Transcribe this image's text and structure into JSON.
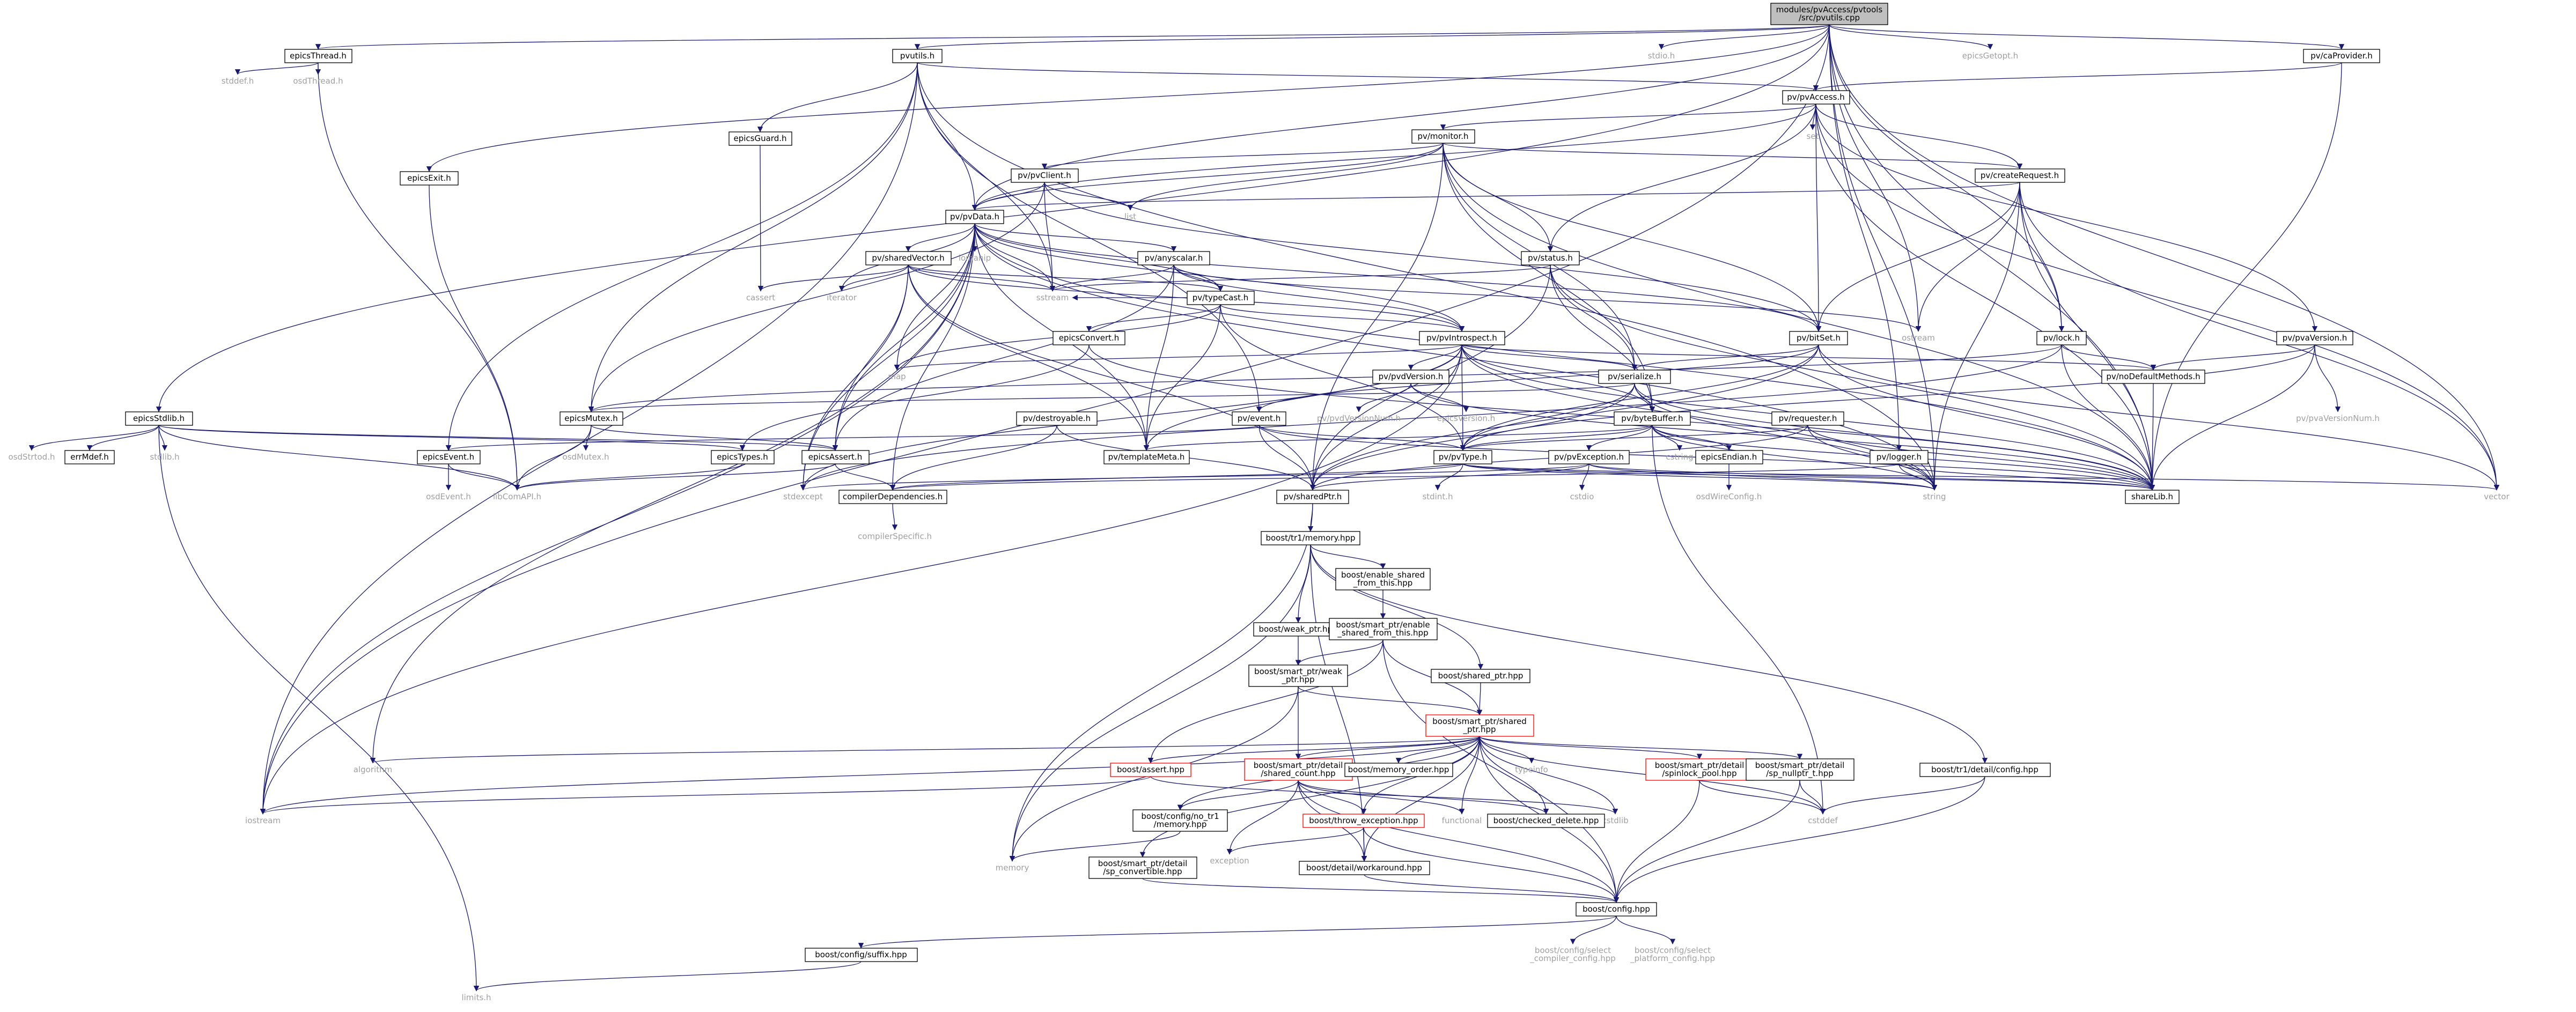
{
  "diagram": {
    "root_label": [
      "modules/pvAccess/pvtools",
      "/src/pvutils.cpp"
    ],
    "colors": {
      "edge": "#191970",
      "root_fill": "#bfbfbf",
      "box_border": "#000000",
      "missing_border": "#ff0000",
      "plain_text": "#a0a0a0"
    },
    "nodes": [
      {
        "id": "root",
        "label": [
          "modules/pvAccess/pvtools",
          "/src/pvutils.cpp"
        ],
        "kind": "root"
      },
      {
        "id": "epicsThread",
        "label": [
          "epicsThread.h"
        ],
        "kind": "box"
      },
      {
        "id": "stddef",
        "label": [
          "stddef.h"
        ],
        "kind": "plain"
      },
      {
        "id": "osdThread",
        "label": [
          "osdThread.h"
        ],
        "kind": "plain"
      },
      {
        "id": "pvutils",
        "label": [
          "pvutils.h"
        ],
        "kind": "box"
      },
      {
        "id": "stdioh",
        "label": [
          "stdio.h"
        ],
        "kind": "plain"
      },
      {
        "id": "epicsGetopt",
        "label": [
          "epicsGetopt.h"
        ],
        "kind": "plain"
      },
      {
        "id": "pvaProvider",
        "label": [
          "pv/caProvider.h"
        ],
        "kind": "box"
      },
      {
        "id": "epicsExit",
        "label": [
          "epicsExit.h"
        ],
        "kind": "box"
      },
      {
        "id": "epicsGuard",
        "label": [
          "epicsGuard.h"
        ],
        "kind": "box"
      },
      {
        "id": "pvAccess",
        "label": [
          "pv/pvAccess.h"
        ],
        "kind": "box"
      },
      {
        "id": "set",
        "label": [
          "set"
        ],
        "kind": "plain"
      },
      {
        "id": "monitor",
        "label": [
          "pv/monitor.h"
        ],
        "kind": "box"
      },
      {
        "id": "createRequest",
        "label": [
          "pv/createRequest.h"
        ],
        "kind": "box"
      },
      {
        "id": "pvClient",
        "label": [
          "pv/pvClient.h"
        ],
        "kind": "box"
      },
      {
        "id": "pvData",
        "label": [
          "pv/pvData.h"
        ],
        "kind": "box"
      },
      {
        "id": "list",
        "label": [
          "list"
        ],
        "kind": "plain"
      },
      {
        "id": "iomanip",
        "label": [
          "iomanip"
        ],
        "kind": "plain"
      },
      {
        "id": "sharedVector",
        "label": [
          "pv/sharedVector.h"
        ],
        "kind": "box"
      },
      {
        "id": "anyscalar",
        "label": [
          "pv/anyscalar.h"
        ],
        "kind": "box"
      },
      {
        "id": "status",
        "label": [
          "pv/status.h"
        ],
        "kind": "box"
      },
      {
        "id": "cassert",
        "label": [
          "cassert"
        ],
        "kind": "plain"
      },
      {
        "id": "iterator",
        "label": [
          "iterator"
        ],
        "kind": "plain"
      },
      {
        "id": "sstream",
        "label": [
          "sstream"
        ],
        "kind": "plain"
      },
      {
        "id": "typeCast",
        "label": [
          "pv/typeCast.h"
        ],
        "kind": "box"
      },
      {
        "id": "epicsConvert",
        "label": [
          "epicsConvert.h"
        ],
        "kind": "box"
      },
      {
        "id": "pvIntrospect",
        "label": [
          "pv/pvIntrospect.h"
        ],
        "kind": "box"
      },
      {
        "id": "bitSet",
        "label": [
          "pv/bitSet.h"
        ],
        "kind": "box"
      },
      {
        "id": "ostream",
        "label": [
          "ostream"
        ],
        "kind": "plain"
      },
      {
        "id": "map",
        "label": [
          "map"
        ],
        "kind": "plain"
      },
      {
        "id": "pvdVersion",
        "label": [
          "pv/pvdVersion.h"
        ],
        "kind": "box"
      },
      {
        "id": "serialize",
        "label": [
          "pv/serialize.h"
        ],
        "kind": "box"
      },
      {
        "id": "lock",
        "label": [
          "pv/lock.h"
        ],
        "kind": "box"
      },
      {
        "id": "pvaVersion",
        "label": [
          "pv/pvaVersion.h"
        ],
        "kind": "box"
      },
      {
        "id": "epicsStdlib",
        "label": [
          "epicsStdlib.h"
        ],
        "kind": "box"
      },
      {
        "id": "osdStrtod",
        "label": [
          "osdStrtod.h"
        ],
        "kind": "plain"
      },
      {
        "id": "errMdef",
        "label": [
          "errMdef.h"
        ],
        "kind": "box"
      },
      {
        "id": "stdlibh",
        "label": [
          "stdlib.h"
        ],
        "kind": "plain"
      },
      {
        "id": "epicsMutex",
        "label": [
          "epicsMutex.h"
        ],
        "kind": "box"
      },
      {
        "id": "osdMutex",
        "label": [
          "osdMutex.h"
        ],
        "kind": "plain"
      },
      {
        "id": "epicsEvent",
        "label": [
          "epicsEvent.h"
        ],
        "kind": "box"
      },
      {
        "id": "osdEvent",
        "label": [
          "osdEvent.h"
        ],
        "kind": "plain"
      },
      {
        "id": "libComAPI",
        "label": [
          "libComAPI.h"
        ],
        "kind": "plain"
      },
      {
        "id": "epicsTypes",
        "label": [
          "epicsTypes.h"
        ],
        "kind": "box"
      },
      {
        "id": "epicsAssert",
        "label": [
          "epicsAssert.h"
        ],
        "kind": "box"
      },
      {
        "id": "stdexcept",
        "label": [
          "stdexcept"
        ],
        "kind": "plain"
      },
      {
        "id": "compilerDependencies",
        "label": [
          "compilerDependencies.h"
        ],
        "kind": "box"
      },
      {
        "id": "compilerSpecific",
        "label": [
          "compilerSpecific.h"
        ],
        "kind": "plain"
      },
      {
        "id": "templateMeta",
        "label": [
          "pv/templateMeta.h"
        ],
        "kind": "box"
      },
      {
        "id": "destroyable",
        "label": [
          "pv/destroyable.h"
        ],
        "kind": "box"
      },
      {
        "id": "pvdVersionNum",
        "label": [
          "pv/pvdVersionNum.h"
        ],
        "kind": "plain"
      },
      {
        "id": "epicsVersion",
        "label": [
          "epicsVersion.h"
        ],
        "kind": "plain"
      },
      {
        "id": "event",
        "label": [
          "pv/event.h"
        ],
        "kind": "box"
      },
      {
        "id": "byteBuffer",
        "label": [
          "pv/byteBuffer.h"
        ],
        "kind": "box"
      },
      {
        "id": "requester",
        "label": [
          "pv/requester.h"
        ],
        "kind": "box"
      },
      {
        "id": "pvType",
        "label": [
          "pv/pvType.h"
        ],
        "kind": "box"
      },
      {
        "id": "pvaVersionNum",
        "label": [
          "pv/pvaVersionNum.h"
        ],
        "kind": "plain"
      },
      {
        "id": "noDefaultMethods",
        "label": [
          "pv/noDefaultMethods.h"
        ],
        "kind": "box"
      },
      {
        "id": "sharedPtr",
        "label": [
          "pv/sharedPtr.h"
        ],
        "kind": "box"
      },
      {
        "id": "pvException",
        "label": [
          "pv/pvException.h"
        ],
        "kind": "box"
      },
      {
        "id": "epicsEndian",
        "label": [
          "epicsEndian.h"
        ],
        "kind": "box"
      },
      {
        "id": "osdWireConfig",
        "label": [
          "osdWireConfig.h"
        ],
        "kind": "plain"
      },
      {
        "id": "logger",
        "label": [
          "pv/logger.h"
        ],
        "kind": "box"
      },
      {
        "id": "shareLib",
        "label": [
          "shareLib.h"
        ],
        "kind": "box"
      },
      {
        "id": "vector",
        "label": [
          "vector"
        ],
        "kind": "plain"
      },
      {
        "id": "string",
        "label": [
          "string"
        ],
        "kind": "plain"
      },
      {
        "id": "cstring",
        "label": [
          "cstring"
        ],
        "kind": "plain"
      },
      {
        "id": "stdinth",
        "label": [
          "stdint.h"
        ],
        "kind": "plain"
      },
      {
        "id": "cstdio",
        "label": [
          "cstdio"
        ],
        "kind": "plain"
      },
      {
        "id": "tr1memory",
        "label": [
          "boost/tr1/memory.hpp"
        ],
        "kind": "box"
      },
      {
        "id": "enableShared",
        "label": [
          "boost/enable_shared",
          "_from_this.hpp"
        ],
        "kind": "box"
      },
      {
        "id": "weakPtrHpp",
        "label": [
          "boost/weak_ptr.hpp"
        ],
        "kind": "box"
      },
      {
        "id": "spEnableShared",
        "label": [
          "boost/smart_ptr/enable",
          "_shared_from_this.hpp"
        ],
        "kind": "box"
      },
      {
        "id": "sharedPtrHpp",
        "label": [
          "boost/shared_ptr.hpp"
        ],
        "kind": "box"
      },
      {
        "id": "spWeakPtr",
        "label": [
          "boost/smart_ptr/weak",
          "_ptr.hpp"
        ],
        "kind": "box"
      },
      {
        "id": "spSharedPtr",
        "label": [
          "boost/smart_ptr/shared",
          "_ptr.hpp"
        ],
        "kind": "missing"
      },
      {
        "id": "tr1DetailConfig",
        "label": [
          "boost/tr1/detail/config.hpp"
        ],
        "kind": "box"
      },
      {
        "id": "algorithm",
        "label": [
          "algorithm"
        ],
        "kind": "plain"
      },
      {
        "id": "typeinfo",
        "label": [
          "typeinfo"
        ],
        "kind": "plain"
      },
      {
        "id": "boostAssert",
        "label": [
          "boost/assert.hpp"
        ],
        "kind": "missing"
      },
      {
        "id": "sharedCount",
        "label": [
          "boost/smart_ptr/detail",
          "/shared_count.hpp"
        ],
        "kind": "missing"
      },
      {
        "id": "memoryOrder",
        "label": [
          "boost/memory_order.hpp"
        ],
        "kind": "box"
      },
      {
        "id": "spinlockPool",
        "label": [
          "boost/smart_ptr/detail",
          "/spinlock_pool.hpp"
        ],
        "kind": "missing"
      },
      {
        "id": "spNullptr",
        "label": [
          "boost/smart_ptr/detail",
          "/sp_nullptr_t.hpp"
        ],
        "kind": "box"
      },
      {
        "id": "iostream",
        "label": [
          "iostream"
        ],
        "kind": "plain"
      },
      {
        "id": "functional",
        "label": [
          "functional"
        ],
        "kind": "plain"
      },
      {
        "id": "cstdlib",
        "label": [
          "cstdlib"
        ],
        "kind": "plain"
      },
      {
        "id": "cstddef",
        "label": [
          "cstddef"
        ],
        "kind": "plain"
      },
      {
        "id": "noTr1Memory",
        "label": [
          "boost/config/no_tr1",
          "/memory.hpp"
        ],
        "kind": "box"
      },
      {
        "id": "throwException",
        "label": [
          "boost/throw_exception.hpp"
        ],
        "kind": "missing"
      },
      {
        "id": "checkedDelete",
        "label": [
          "boost/checked_delete.hpp"
        ],
        "kind": "box"
      },
      {
        "id": "exception",
        "label": [
          "exception"
        ],
        "kind": "plain"
      },
      {
        "id": "memory",
        "label": [
          "memory"
        ],
        "kind": "plain"
      },
      {
        "id": "spConvertible",
        "label": [
          "boost/smart_ptr/detail",
          "/sp_convertible.hpp"
        ],
        "kind": "box"
      },
      {
        "id": "workaround",
        "label": [
          "boost/detail/workaround.hpp"
        ],
        "kind": "box"
      },
      {
        "id": "boostConfig",
        "label": [
          "boost/config.hpp"
        ],
        "kind": "box"
      },
      {
        "id": "suffix",
        "label": [
          "boost/config/suffix.hpp"
        ],
        "kind": "box"
      },
      {
        "id": "selectCompiler",
        "label": [
          "boost/config/select",
          "_compiler_config.hpp"
        ],
        "kind": "plain"
      },
      {
        "id": "selectPlatform",
        "label": [
          "boost/config/select",
          "_platform_config.hpp"
        ],
        "kind": "plain"
      },
      {
        "id": "limits",
        "label": [
          "limits.h"
        ],
        "kind": "plain"
      }
    ]
  }
}
